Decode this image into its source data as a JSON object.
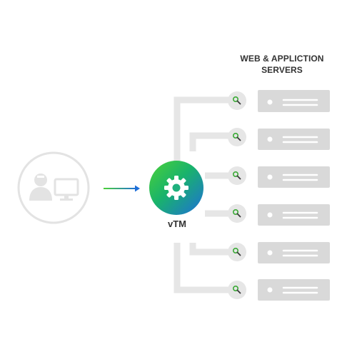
{
  "heading": {
    "line1": "WEB & APPLICTION",
    "line2": "SERVERS"
  },
  "center_node": {
    "label": "vTM",
    "icon": "gear-icon",
    "gradient_from": "#4cd137",
    "gradient_to": "#1e6fd9"
  },
  "client_node": {
    "icons": [
      "user-icon",
      "monitor-icon"
    ]
  },
  "servers": [
    {
      "id": "server-1",
      "icon": "search-icon"
    },
    {
      "id": "server-2",
      "icon": "search-icon"
    },
    {
      "id": "server-3",
      "icon": "search-icon"
    },
    {
      "id": "server-4",
      "icon": "search-icon"
    },
    {
      "id": "server-5",
      "icon": "search-icon"
    },
    {
      "id": "server-6",
      "icon": "search-icon"
    }
  ],
  "colors": {
    "connector": "#e6e6e6",
    "server_box": "#d9d9d9",
    "client_ring": "#e3e3e3",
    "client_glyph": "#e3e3e3",
    "arrow_start": "#4cd137",
    "arrow_end": "#1e6fd9",
    "search_lens": "#3aaa35"
  }
}
